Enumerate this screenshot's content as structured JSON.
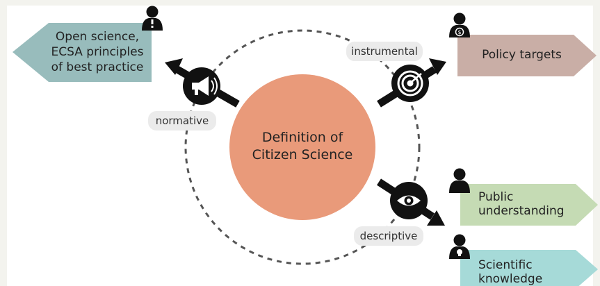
{
  "center": {
    "line1": "Definition of",
    "line2": "Citizen Science",
    "icon": "scroll-icon",
    "color": "#e99a7a"
  },
  "relations": {
    "normative": "normative",
    "instrumental": "instrumental",
    "descriptive": "descriptive"
  },
  "targets": {
    "open_science": {
      "line1": "Open science,",
      "line2": "ECSA principles",
      "line3": "of best practice",
      "color": "#98bcbc",
      "person_icon": "person-exclamation-icon"
    },
    "policy": {
      "line1": "Policy targets",
      "color": "#c9aea6",
      "person_icon": "person-dollar-icon"
    },
    "public": {
      "line1": "Public",
      "line2": "understanding",
      "color": "#c5dbb4",
      "person_icon": "person-icon"
    },
    "scientific": {
      "line1": "Scientific",
      "line2": "knowledge",
      "color": "#a6dad8",
      "person_icon": "person-lightbulb-icon"
    }
  },
  "relation_icons": {
    "normative": "megaphone-icon",
    "instrumental": "target-icon",
    "descriptive": "eye-icon"
  }
}
